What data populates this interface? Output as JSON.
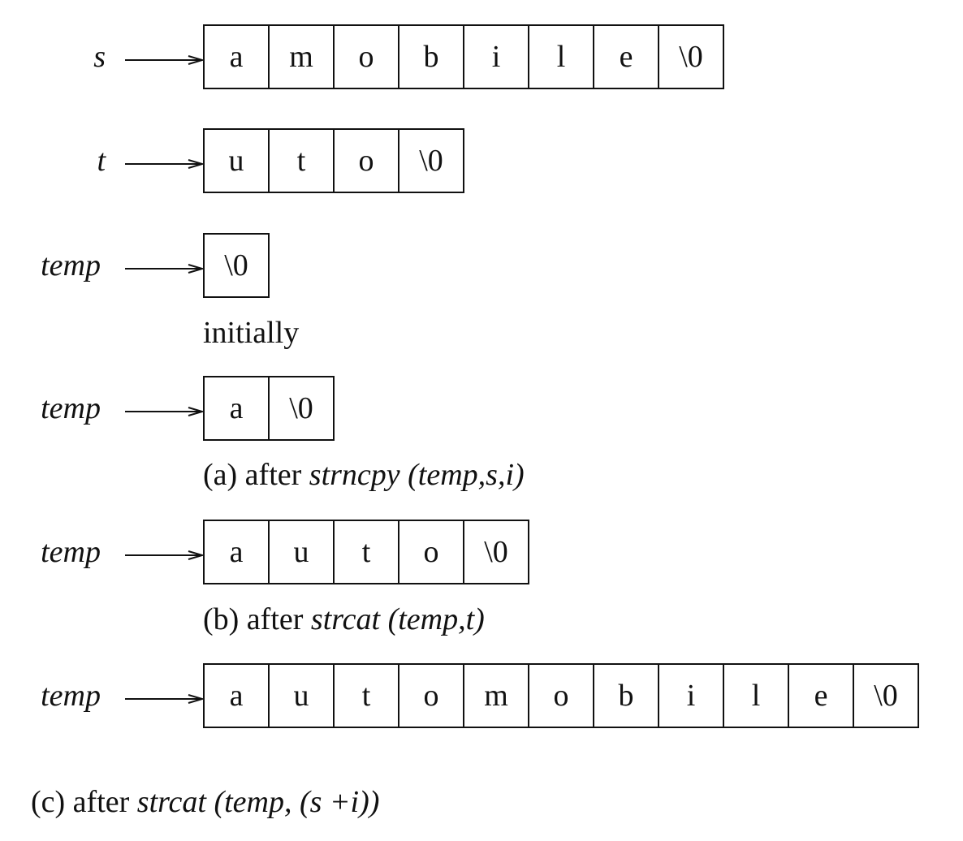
{
  "rows": [
    {
      "label": "s",
      "cells": [
        "a",
        "m",
        "o",
        "b",
        "i",
        "l",
        "e",
        "\\0"
      ]
    },
    {
      "label": "t",
      "cells": [
        "u",
        "t",
        "o",
        "\\0"
      ]
    },
    {
      "label": "temp",
      "cells": [
        "\\0"
      ]
    },
    {
      "label": "temp",
      "cells": [
        "a",
        "\\0"
      ]
    },
    {
      "label": "temp",
      "cells": [
        "a",
        "u",
        "t",
        "o",
        "\\0"
      ]
    },
    {
      "label": "temp",
      "cells": [
        "a",
        "u",
        "t",
        "o",
        "m",
        "o",
        "b",
        "i",
        "l",
        "e",
        "\\0"
      ]
    }
  ],
  "captions": {
    "initially": "initially",
    "a": {
      "prefix": "(a) after ",
      "func": "strncpy",
      "args": " (temp,s,i)"
    },
    "b": {
      "prefix": "(b) after ",
      "func": "strcat",
      "args": " (temp,t)"
    },
    "c": {
      "prefix": "(c) after ",
      "func": "strcat",
      "args": " (temp, (s +i))"
    }
  }
}
